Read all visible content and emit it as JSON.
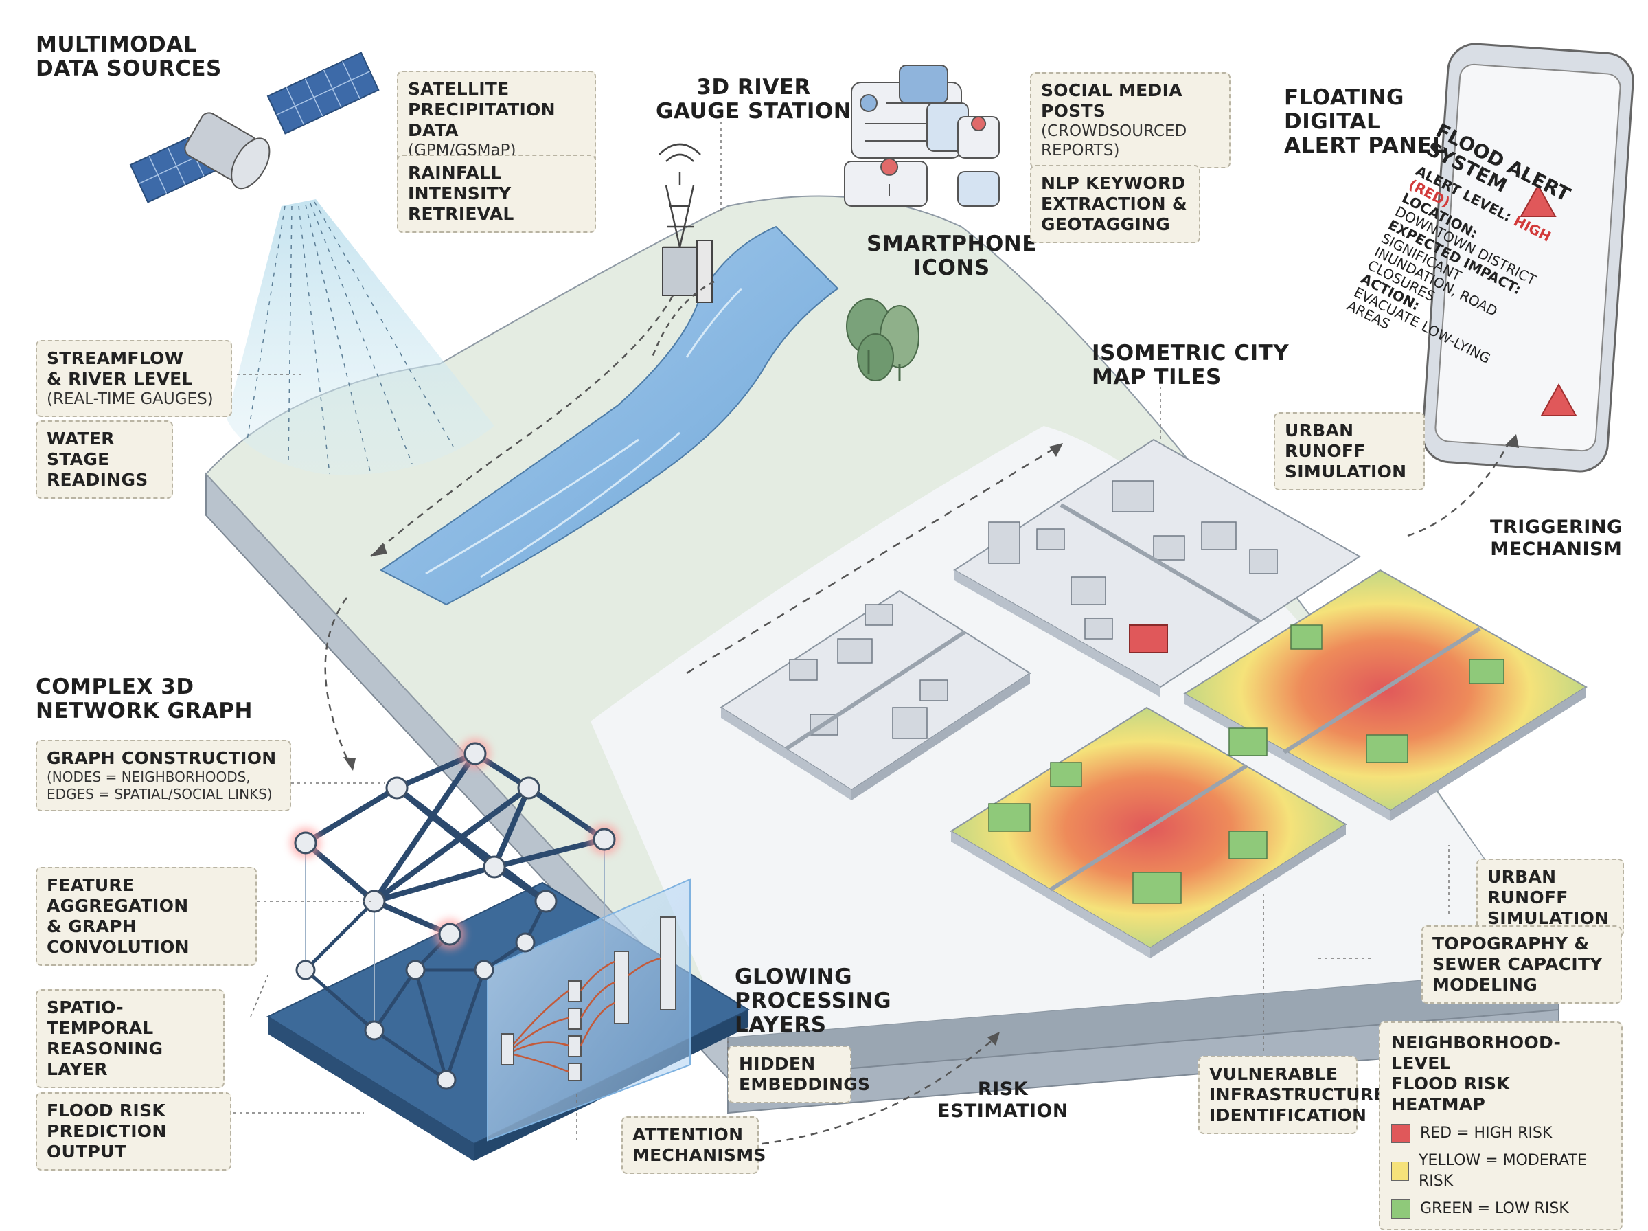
{
  "headings": {
    "multimodal": [
      "MULTIMODAL",
      "DATA SOURCES"
    ],
    "river_gauge": [
      "3D RIVER",
      "GAUGE STATION"
    ],
    "smartphone_icons": [
      "SMARTPHONE",
      "ICONS"
    ],
    "floating_panel": [
      "FLOATING",
      "DIGITAL",
      "ALERT PANEL"
    ],
    "city_tiles": [
      "ISOMETRIC CITY",
      "MAP TILES"
    ],
    "network_graph": [
      "COMPLEX 3D",
      "NETWORK GRAPH"
    ],
    "glowing_layers": [
      "GLOWING",
      "PROCESSING",
      "LAYERS"
    ],
    "triggering": [
      "TRIGGERING",
      "MECHANISM"
    ],
    "risk_estimation": [
      "RISK",
      "ESTIMATION"
    ]
  },
  "labels": {
    "satellite_precip": {
      "title": [
        "SATELLITE",
        "PRECIPITATION DATA"
      ],
      "sub": [
        "(GPM/GSMaP)"
      ]
    },
    "rainfall": {
      "title": [
        "RAINFALL INTENSITY",
        "RETRIEVAL"
      ]
    },
    "social_media": {
      "title": [
        "SOCIAL MEDIA POSTS"
      ],
      "sub": [
        "(CROWDSOURCED",
        "REPORTS)"
      ]
    },
    "nlp": {
      "title": [
        "NLP KEYWORD",
        "EXTRACTION &",
        "GEOTAGGING"
      ]
    },
    "streamflow": {
      "title": [
        "STREAMFLOW",
        "& RIVER LEVEL"
      ],
      "sub": [
        "(REAL-TIME GAUGES)"
      ]
    },
    "water_stage": {
      "title": [
        "WATER STAGE",
        "READINGS"
      ]
    },
    "urban_runoff_top": {
      "title": [
        "URBAN RUNOFF",
        "SIMULATION"
      ]
    },
    "urban_runoff_right": {
      "title": [
        "URBAN RUNOFF",
        "SIMULATION"
      ]
    },
    "topography": {
      "title": [
        "TOPOGRAPHY &",
        "SEWER CAPACITY",
        "MODELING"
      ]
    },
    "graph_construction": {
      "title": [
        "GRAPH CONSTRUCTION"
      ],
      "sub": [
        "(NODES = NEIGHBORHOODS,",
        "EDGES = SPATIAL/SOCIAL LINKS)"
      ]
    },
    "feature_aggregation": {
      "title": [
        "FEATURE AGGREGATION",
        "& GRAPH CONVOLUTION"
      ]
    },
    "spatio_temporal": {
      "title": [
        "SPATIO-TEMPORAL",
        "REASONING LAYER"
      ]
    },
    "flood_output": {
      "title": [
        "FLOOD RISK",
        "PREDICTION OUTPUT"
      ]
    },
    "hidden_embeddings": {
      "title": [
        "HIDDEN",
        "EMBEDDINGS"
      ]
    },
    "attention": {
      "title": [
        "ATTENTION",
        "MECHANISMS"
      ]
    },
    "vulnerable": {
      "title": [
        "VULNERABLE",
        "INFRASTRUCTURE",
        "IDENTIFICATION"
      ]
    }
  },
  "legend": {
    "title": [
      "NEIGHBORHOOD-LEVEL",
      "FLOOD RISK HEATMAP"
    ],
    "items": [
      {
        "label": "RED = HIGH RISK",
        "color": "#e0585a"
      },
      {
        "label": "YELLOW = MODERATE RISK",
        "color": "#f5e27a"
      },
      {
        "label": "GREEN = LOW RISK",
        "color": "#8fc97a"
      }
    ]
  },
  "alert_panel": {
    "title": "FLOOD ALERT SYSTEM",
    "alert_level_label": "ALERT LEVEL:",
    "alert_level_value": "HIGH (RED)",
    "location_label": "LOCATION:",
    "location_value": "DOWNTOWN DISTRICT",
    "impact_label": "EXPECTED IMPACT:",
    "impact_value": "SIGNIFICANT INUNDATION, ROAD CLOSURES",
    "action_label": "ACTION:",
    "action_value": "EVACUATE LOW-LYING AREAS"
  },
  "colors": {
    "river": "#7fb2de",
    "land": "#e4ece2",
    "slab_side": "#a8b3bf",
    "graph_base": "#3d6a99",
    "high_risk": "#e0585a",
    "moderate_risk": "#f5e27a",
    "low_risk": "#8fc97a",
    "alert_red": "#d23a3a"
  }
}
